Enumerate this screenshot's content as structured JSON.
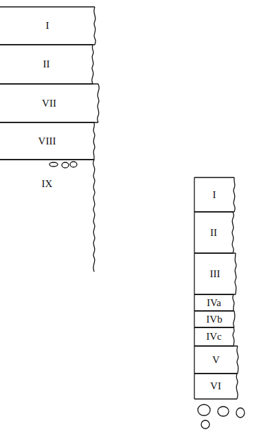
{
  "diagram": {
    "nodes": [
      {
        "text": [
          "I"
        ]
      },
      {
        "text": [
          "II"
        ]
      },
      {
        "text": [
          "VII"
        ]
      },
      {
        "text": [
          "VIII"
        ]
      },
      {
        "text": [
          "IX"
        ]
      },
      {
        "text": [
          "I"
        ]
      },
      {
        "text": [
          "II"
        ]
      },
      {
        "text": [
          "III"
        ]
      },
      {
        "text": [
          "IVa"
        ]
      },
      {
        "text": [
          "IVb"
        ]
      },
      {
        "text": [
          "IVc"
        ]
      },
      {
        "text": [
          "V"
        ]
      },
      {
        "text": [
          "VI"
        ]
      }
    ]
  }
}
